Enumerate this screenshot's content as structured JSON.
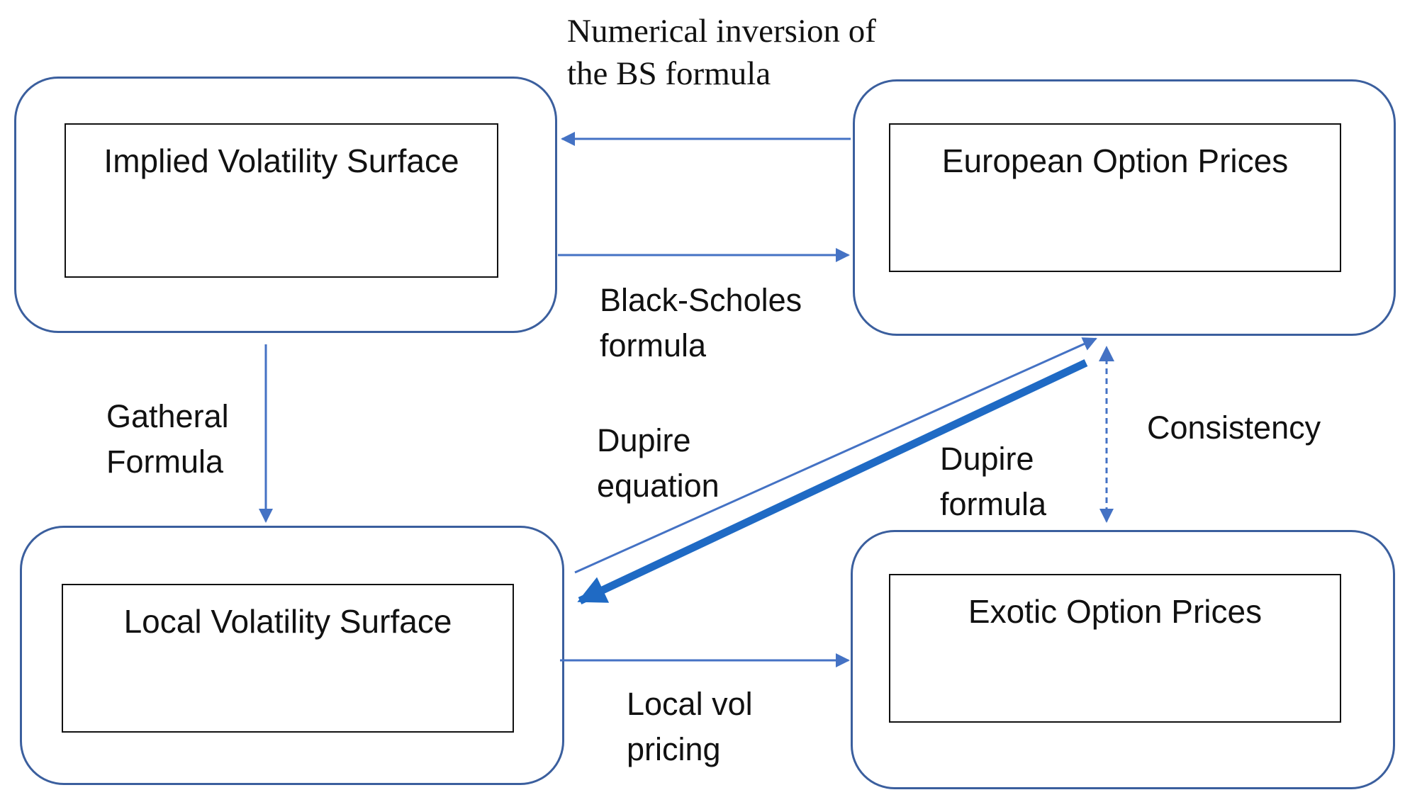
{
  "nodes": {
    "implied": "Implied Volatility Surface",
    "european": "European Option Prices",
    "local": "Local Volatility Surface",
    "exotic": "Exotic Option Prices"
  },
  "edges": {
    "numerical_inversion": [
      "Numerical inversion of",
      "the BS formula"
    ],
    "black_scholes": [
      "Black-Scholes",
      "formula"
    ],
    "gatheral": [
      "Gatheral",
      "Formula"
    ],
    "dupire_equation": [
      "Dupire",
      "equation"
    ],
    "dupire_formula": [
      "Dupire",
      "formula"
    ],
    "consistency": "Consistency",
    "local_vol_pricing": [
      "Local vol",
      "pricing"
    ]
  },
  "colors": {
    "arrow": "#4472c4",
    "thick_arrow": "#1f6ac4",
    "box_border": "#3b5f9e"
  }
}
